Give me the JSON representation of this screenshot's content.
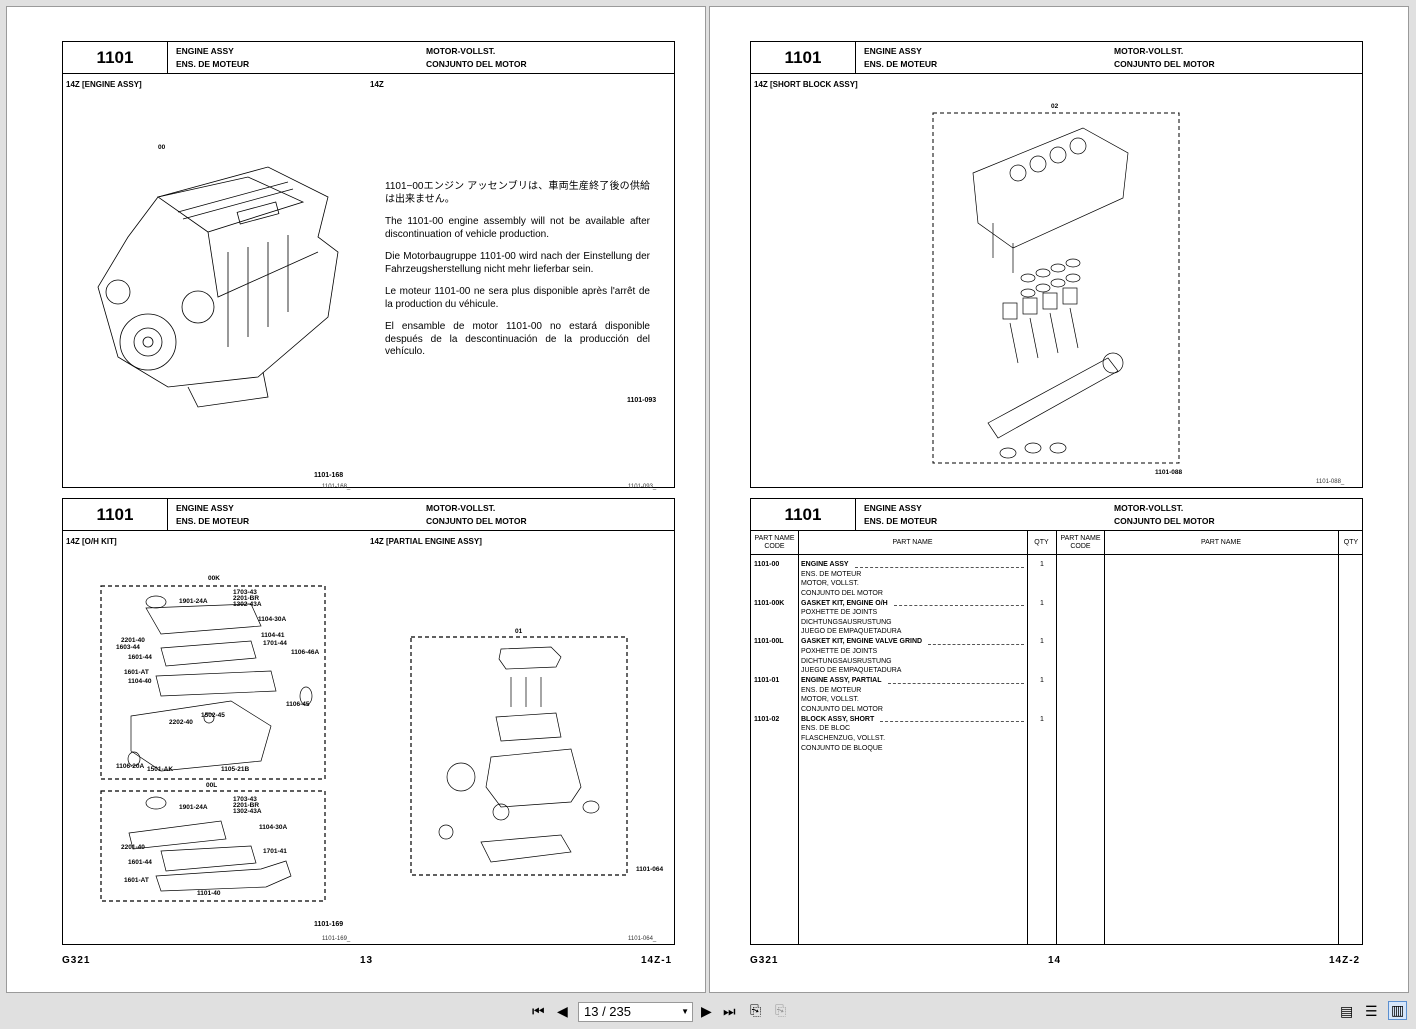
{
  "shared": {
    "section_number": "1101",
    "title_en": "ENGINE ASSY",
    "title_fr": "ENS. DE MOTEUR",
    "title_de": "MOTOR-VOLLST.",
    "title_es": "CONJUNTO DEL MOTOR"
  },
  "left_page": {
    "top_panel": {
      "sub_left": "14Z [ENGINE ASSY]",
      "sub_right": "14Z",
      "callout": "00",
      "notice_ja": "1101−00エンジン アッセンブリは、車両生産終了後の供給は出来ません。",
      "notice_en": "The 1101-00 engine assembly will not be available after discontinuation of vehicle production.",
      "notice_de": "Die Motorbaugruppe 1101-00 wird nach der Einstellung der Fahrzeugsherstellung nicht mehr lieferbar sein.",
      "notice_fr": "Le moteur 1101-00 ne sera plus disponible après l'arrêt de la production du véhicule.",
      "notice_es": "El ensamble de motor 1101-00 no estará disponible después de la descontinuación de la producción del vehículo.",
      "ref_right": "1101-093",
      "ref_left": "1101-168",
      "foot_left": "1101-168_",
      "foot_right": "1101-093_"
    },
    "bottom_panel": {
      "sub_left": "14Z [O/H KIT]",
      "sub_right": "14Z [PARTIAL ENGINE ASSY]",
      "kit1_callout": "00K",
      "kit2_callout": "00L",
      "kit1_labels": [
        "1703-43",
        "2201-BR",
        "1302-43A",
        "1901-24A",
        "1104-30A",
        "1104-41",
        "1701-44",
        "2201-40",
        "1603-44",
        "1601-44",
        "1106-46A",
        "1601-AT",
        "1104-40",
        "1106-45",
        "1502-45",
        "2202-40",
        "1106-20A",
        "1501-AK",
        "1105-21B"
      ],
      "kit2_labels": [
        "1703-43",
        "2201-BR",
        "1302-43A",
        "1901-24A",
        "1104-30A",
        "2201-40",
        "1701-41",
        "1601-44",
        "1601-AT",
        "1101-40"
      ],
      "partial_callout": "01",
      "ref_partial": "1101-064",
      "ref_left": "1101-169",
      "foot_left": "1101-169_",
      "foot_right": "1101-064_"
    },
    "footer": {
      "left": "G321",
      "center": "13",
      "right": "14Z-1"
    }
  },
  "right_page": {
    "top_panel": {
      "sub_left": "14Z [SHORT BLOCK ASSY]",
      "callout": "02",
      "ref": "1101-088",
      "foot_right": "1101-088_"
    },
    "parts_table": {
      "col_code": "PART NAME CODE",
      "col_name": "PART NAME",
      "col_qty": "QTY",
      "rows": [
        {
          "code": "1101-00",
          "name": "ENGINE ASSY",
          "fr": "ENS. DE MOTEUR",
          "de": "MOTOR, VOLLST.",
          "es": "CONJUNTO DEL MOTOR",
          "qty": "1"
        },
        {
          "code": "1101-00K",
          "name": "GASKET KIT, ENGINE O/H",
          "fr": "POXHETTE DE JOINTS",
          "de": "DICHTUNGSAUSRUSTUNG",
          "es": "JUEGO DE EMPAQUETADURA",
          "qty": "1"
        },
        {
          "code": "1101-00L",
          "name": "GASKET KIT, ENGINE VALVE GRIND",
          "fr": "POXHETTE DE JOINTS",
          "de": "DICHTUNGSAUSRUSTUNG",
          "es": "JUEGO DE EMPAQUETADURA",
          "qty": "1"
        },
        {
          "code": "1101-01",
          "name": "ENGINE ASSY, PARTIAL",
          "fr": "ENS. DE MOTEUR",
          "de": "MOTOR, VOLLST.",
          "es": "CONJUNTO DEL MOTOR",
          "qty": "1"
        },
        {
          "code": "1101-02",
          "name": "BLOCK ASSY, SHORT",
          "fr": "ENS. DE BLOC",
          "de": "FLASCHENZUG, VOLLST.",
          "es": "CONJUNTO DE BLOQUE",
          "qty": "1"
        }
      ]
    },
    "footer": {
      "left": "G321",
      "center": "14",
      "right": "14Z-2"
    }
  },
  "toolbar": {
    "page_value": "13 / 235"
  }
}
